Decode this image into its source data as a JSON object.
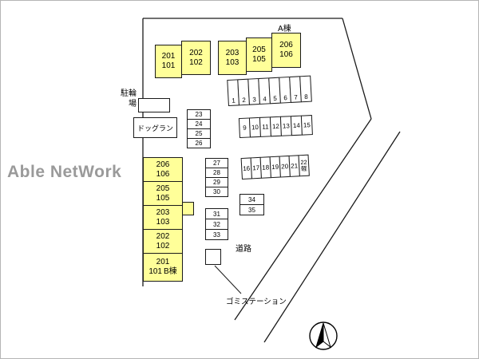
{
  "watermark": "Able NetWork",
  "site": {
    "building_a_label": "A棟",
    "building_b_label": "B棟",
    "bicycle_line1": "駐輪",
    "bicycle_line2": "場",
    "dog_run": "ドッグラン",
    "road": "道路",
    "garbage_station": "ゴミステーション",
    "kei": "軽"
  },
  "building_a_units": [
    {
      "upper": "201",
      "lower": "101"
    },
    {
      "upper": "202",
      "lower": "102"
    },
    {
      "upper": "203",
      "lower": "103"
    },
    {
      "upper": "205",
      "lower": "105"
    },
    {
      "upper": "206",
      "lower": "106"
    }
  ],
  "building_b_units": [
    {
      "upper": "206",
      "lower": "106"
    },
    {
      "upper": "205",
      "lower": "105"
    },
    {
      "upper": "203",
      "lower": "103"
    },
    {
      "upper": "202",
      "lower": "102"
    },
    {
      "upper": "201",
      "lower": "101"
    }
  ],
  "parking": {
    "row_top": [
      "1",
      "2",
      "3",
      "4",
      "5",
      "6",
      "7",
      "8"
    ],
    "row_mid": [
      "9",
      "10",
      "11",
      "12",
      "13",
      "14",
      "15"
    ],
    "row_bottom": [
      "16",
      "17",
      "18",
      "19",
      "20",
      "21",
      "22"
    ],
    "stack_23_26": [
      "23",
      "24",
      "25",
      "26"
    ],
    "stack_27_30": [
      "27",
      "28",
      "29",
      "30"
    ],
    "stack_31_33": [
      "31",
      "32",
      "33"
    ],
    "stack_34_35": [
      "34",
      "35"
    ]
  },
  "colors": {
    "unit_fill": "#ffff99",
    "line": "#1a1a1a",
    "watermark": "#9a9a9a"
  }
}
